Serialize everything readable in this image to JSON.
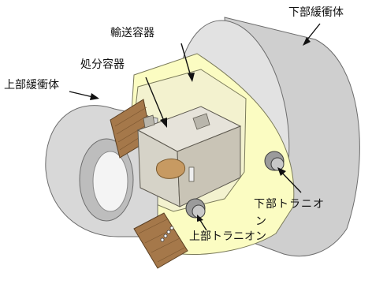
{
  "labels": {
    "lower_shock_absorber": "下部緩衝体",
    "transport_container": "輸送容器",
    "disposal_container": "処分容器",
    "upper_shock_absorber": "上部緩衝体",
    "lower_trunnion_line1": "下部トラニオ",
    "lower_trunnion_line2": "ン",
    "upper_trunnion": "上部トラニオン"
  },
  "colors": {
    "container_body": "#fbfcc2",
    "container_edge": "#7a7a5a",
    "shock_absorber": "#dcdcdc",
    "shock_absorber_dark": "#9a9a9a",
    "wood": "#a5784a",
    "inner_box": "#d6d3c8",
    "inner_box_top": "#e6e3da",
    "inner_box_front": "#c9c4b6",
    "buffer_material": "#c79a62"
  }
}
